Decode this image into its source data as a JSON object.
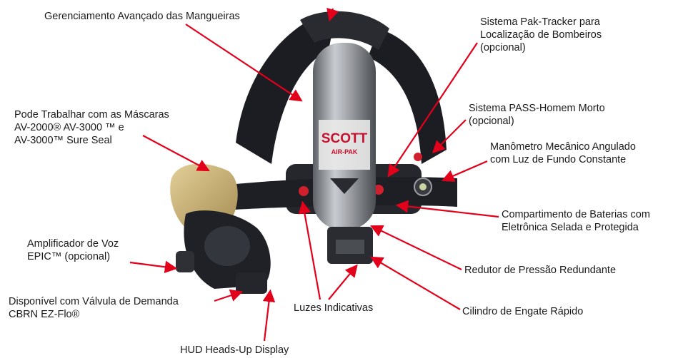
{
  "labels": {
    "hoses": [
      "Gerenciamento Avançado das Mangueiras"
    ],
    "tracker": [
      "Sistema Pak-Tracker para",
      "Localização de Bombeiros",
      "(opcional)"
    ],
    "pass": [
      "Sistema PASS-Homem Morto",
      "(opcional)"
    ],
    "gauge": [
      "Manômetro Mecânico Angulado",
      "com Luz de Fundo Constante"
    ],
    "masks": [
      "Pode Trabalhar com as Máscaras",
      "AV-2000® AV-3000 ™ e",
      "AV-3000™ Sure Seal"
    ],
    "battery": [
      "Compartimento de Baterias com",
      "Eletrônica Selada e Protegida"
    ],
    "voice": [
      "Amplificador de Voz",
      "EPIC™ (opcional)"
    ],
    "reducer": [
      "Redutor de Pressão Redundante"
    ],
    "valve": [
      "Disponível com Válvula de Demanda",
      "CBRN EZ-Flo®"
    ],
    "lights": [
      "Luzes Indicativas"
    ],
    "cylinder": [
      "Cilindro de Engate Rápido"
    ],
    "hud": [
      "HUD Heads-Up Display"
    ]
  },
  "cylinder_text": {
    "brand": "SCOTT",
    "brand_sub": "AIR-PAK"
  },
  "colors": {
    "arrow": "#e3001b",
    "strap": "#1c1d22",
    "cylinder": "#8a8d92",
    "hood": "#c8b27a"
  }
}
